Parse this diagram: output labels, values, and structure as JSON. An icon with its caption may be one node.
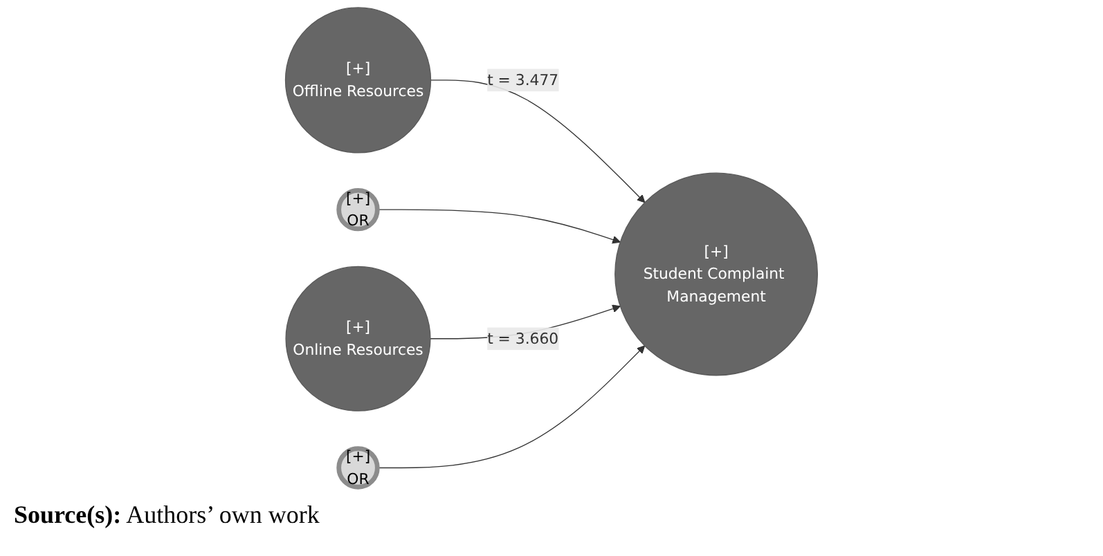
{
  "diagram": {
    "caption": "**Source(s):** Authors’ own work",
    "nodes": [
      {
        "text": [
          "[+]",
          "Offline Resources"
        ]
      },
      {
        "text": [
          "[+]",
          "OR"
        ]
      },
      {
        "text": [
          "[+]",
          "Student Complaint Management"
        ]
      },
      {
        "text": [
          "[+]",
          "Online Resources"
        ]
      },
      {
        "text": [
          "[+]",
          "OR"
        ]
      }
    ],
    "edges": [
      {
        "from": 0,
        "to": 2,
        "arrow": "to",
        "label": "t = 3.477"
      },
      {
        "from": 1,
        "to": 2,
        "arrow": "to"
      },
      {
        "from": 3,
        "to": 2,
        "arrow": "to",
        "label": "t = 3.660"
      },
      {
        "from": 4,
        "to": 2,
        "arrow": "to"
      }
    ]
  }
}
